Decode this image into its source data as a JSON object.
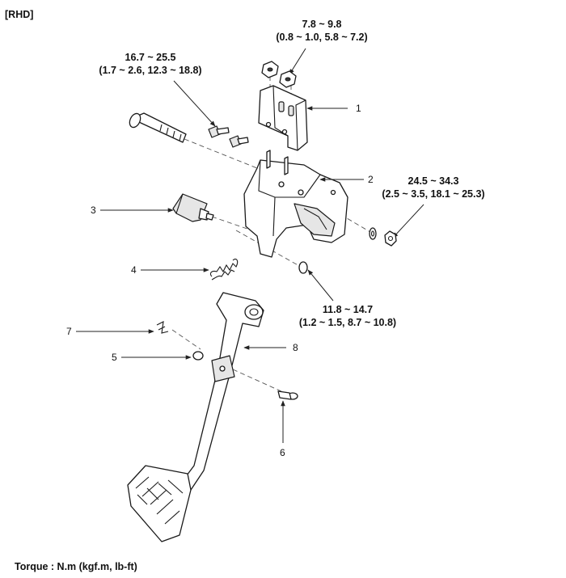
{
  "header": {
    "variant": "[RHD]"
  },
  "footer": {
    "note": "Torque : N.m (kgf.m, lb-ft)"
  },
  "torques": {
    "nut_top": {
      "line1": "7.8 ~ 9.8",
      "line2": "(0.8 ~ 1.0, 5.8 ~ 7.2)"
    },
    "bolt_left": {
      "line1": "16.7 ~ 25.5",
      "line2": "(1.7 ~ 2.6, 12.3 ~ 18.8)"
    },
    "nut_right": {
      "line1": "24.5 ~ 34.3",
      "line2": "(2.5 ~ 3.5, 18.1 ~ 25.3)"
    },
    "washer_lower": {
      "line1": "11.8 ~ 14.7",
      "line2": "(1.2 ~ 1.5, 8.7 ~ 10.8)"
    }
  },
  "callouts": [
    "1",
    "2",
    "3",
    "4",
    "5",
    "6",
    "7",
    "8"
  ]
}
